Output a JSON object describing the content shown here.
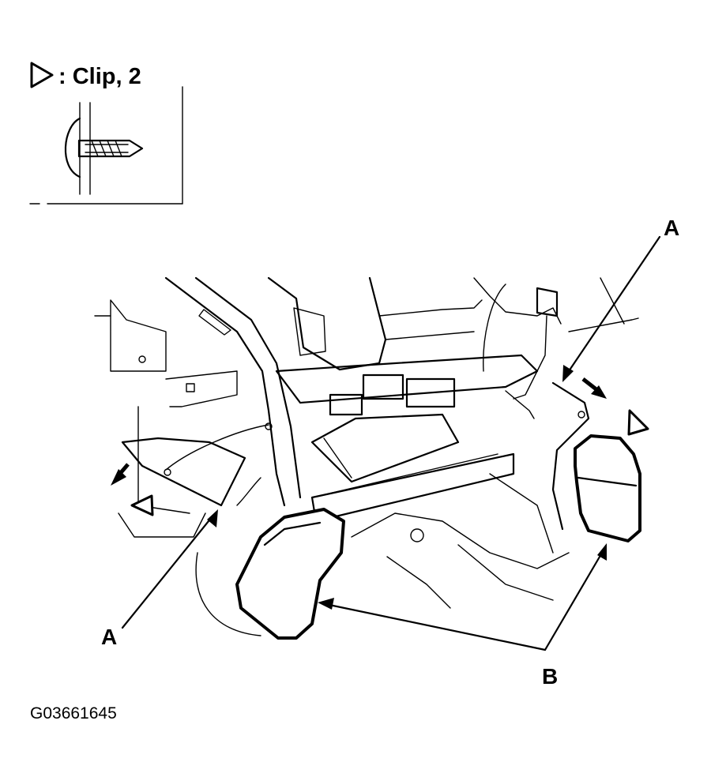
{
  "legend": {
    "text": ": Clip, 2",
    "icon": "open-triangle-icon"
  },
  "callouts": {
    "a_top": "A",
    "a_bottom": "A",
    "b": "B"
  },
  "figure_code": "G03661645",
  "colors": {
    "ink": "#000000",
    "paper": "#ffffff"
  }
}
